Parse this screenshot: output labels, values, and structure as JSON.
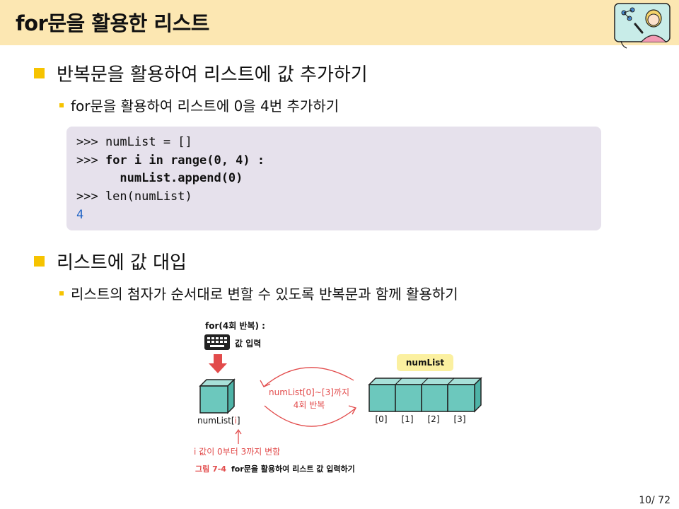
{
  "header": {
    "title": "for문을 활용한 리스트"
  },
  "section1": {
    "heading": "반복문을 활용하여 리스트에 값 추가하기",
    "sub": "for문을 활용하여 리스트에 0을 4번 추가하기"
  },
  "code": {
    "line1": ">>> numList = []",
    "line2_prompt": ">>> ",
    "line2_code": "for i in range(0, 4) :",
    "line3_code": "      numList.append(0)",
    "line4": ">>> len(numList)",
    "output": "4"
  },
  "section2": {
    "heading": "리스트에 값 대입",
    "sub": "리스트의 첨자가 순서대로 변할 수 있도록 반복문과 함께 활용하기"
  },
  "figure": {
    "loop_label": "for(4회 반복) :",
    "input_label": "값 입력",
    "list_name": "numList",
    "arrow_text_line1": "numList[0]~[3]까지",
    "arrow_text_line2": "4회 반복",
    "element_label_prefix": "numList[",
    "element_label_index": "i",
    "element_label_suffix": "]",
    "indices": [
      "[0]",
      "[1]",
      "[2]",
      "[3]"
    ],
    "change_note": "i 값이 0부터 3까지 변함",
    "caption_number": "그림 7-4",
    "caption_text": "for문을 활용하여 리스트 값 입력하기"
  },
  "footer": {
    "page": "10/ 72"
  },
  "colors": {
    "header_bg": "#fce7b2",
    "bullet": "#f6c300",
    "accent_red": "#e24b4b",
    "cube_teal": "#6cc8bd",
    "code_bg": "#e6e1ec",
    "output_blue": "#1f63c4"
  },
  "icons": {
    "avatar": "teacher-avatar-icon",
    "keyboard": "keyboard-icon"
  }
}
